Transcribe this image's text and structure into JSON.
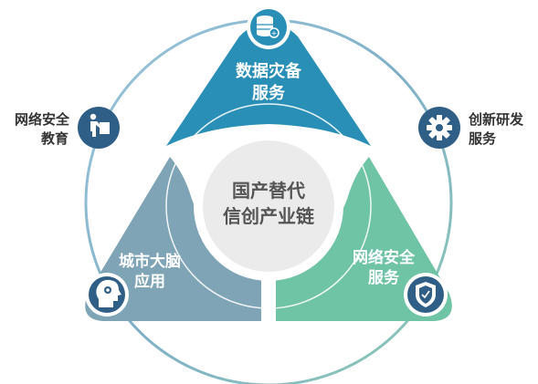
{
  "center": {
    "line1": "国产替代",
    "line2": "信创产业链"
  },
  "segments": [
    {
      "id": "disaster-recovery",
      "line1": "数据灾备",
      "line2": "服务",
      "icon": "database-icon",
      "color": "#2a8fb6"
    },
    {
      "id": "city-brain",
      "line1": "城市大脑",
      "line2": "应用",
      "icon": "head-gear-icon",
      "color": "#7ea4b6"
    },
    {
      "id": "network-security-service",
      "line1": "网络安全",
      "line2": "服务",
      "icon": "shield-icon",
      "color": "#6fc4a6"
    }
  ],
  "outer": [
    {
      "id": "security-education",
      "line1": "网络安全",
      "line2": "教育",
      "icon": "presenter-icon",
      "color": "#2f5e86"
    },
    {
      "id": "rd-service",
      "line1": "创新研发",
      "line2": "服务",
      "icon": "gear-icon",
      "color": "#2f5e86"
    }
  ]
}
